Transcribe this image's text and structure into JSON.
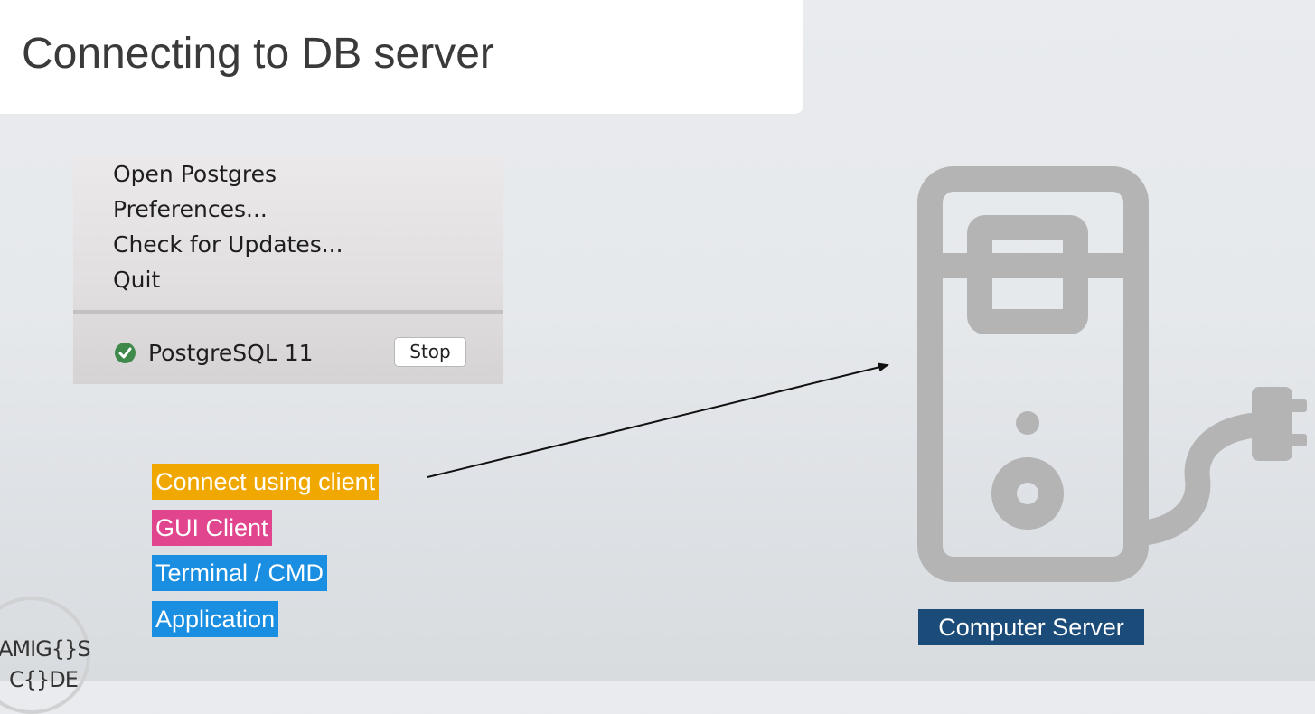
{
  "slide": {
    "title": "Connecting to DB server"
  },
  "menu": {
    "items": [
      {
        "label": "Open Postgres"
      },
      {
        "label": "Preferences..."
      },
      {
        "label": "Check for Updates..."
      },
      {
        "label": "Quit"
      }
    ],
    "server_status": {
      "label": "PostgreSQL 11",
      "button": "Stop"
    }
  },
  "client_tags": [
    {
      "label": "Connect using client",
      "color": "#f0a800"
    },
    {
      "label": "GUI Client",
      "color": "#e0458e"
    },
    {
      "label": "Terminal / CMD",
      "color": "#1a8ee0"
    },
    {
      "label": "Application",
      "color": "#1a8ee0"
    }
  ],
  "server": {
    "label": "Computer Server",
    "icon": "computer-server-icon"
  },
  "logo": {
    "line1": "AMIG{}S",
    "line2": "C{}DE"
  }
}
